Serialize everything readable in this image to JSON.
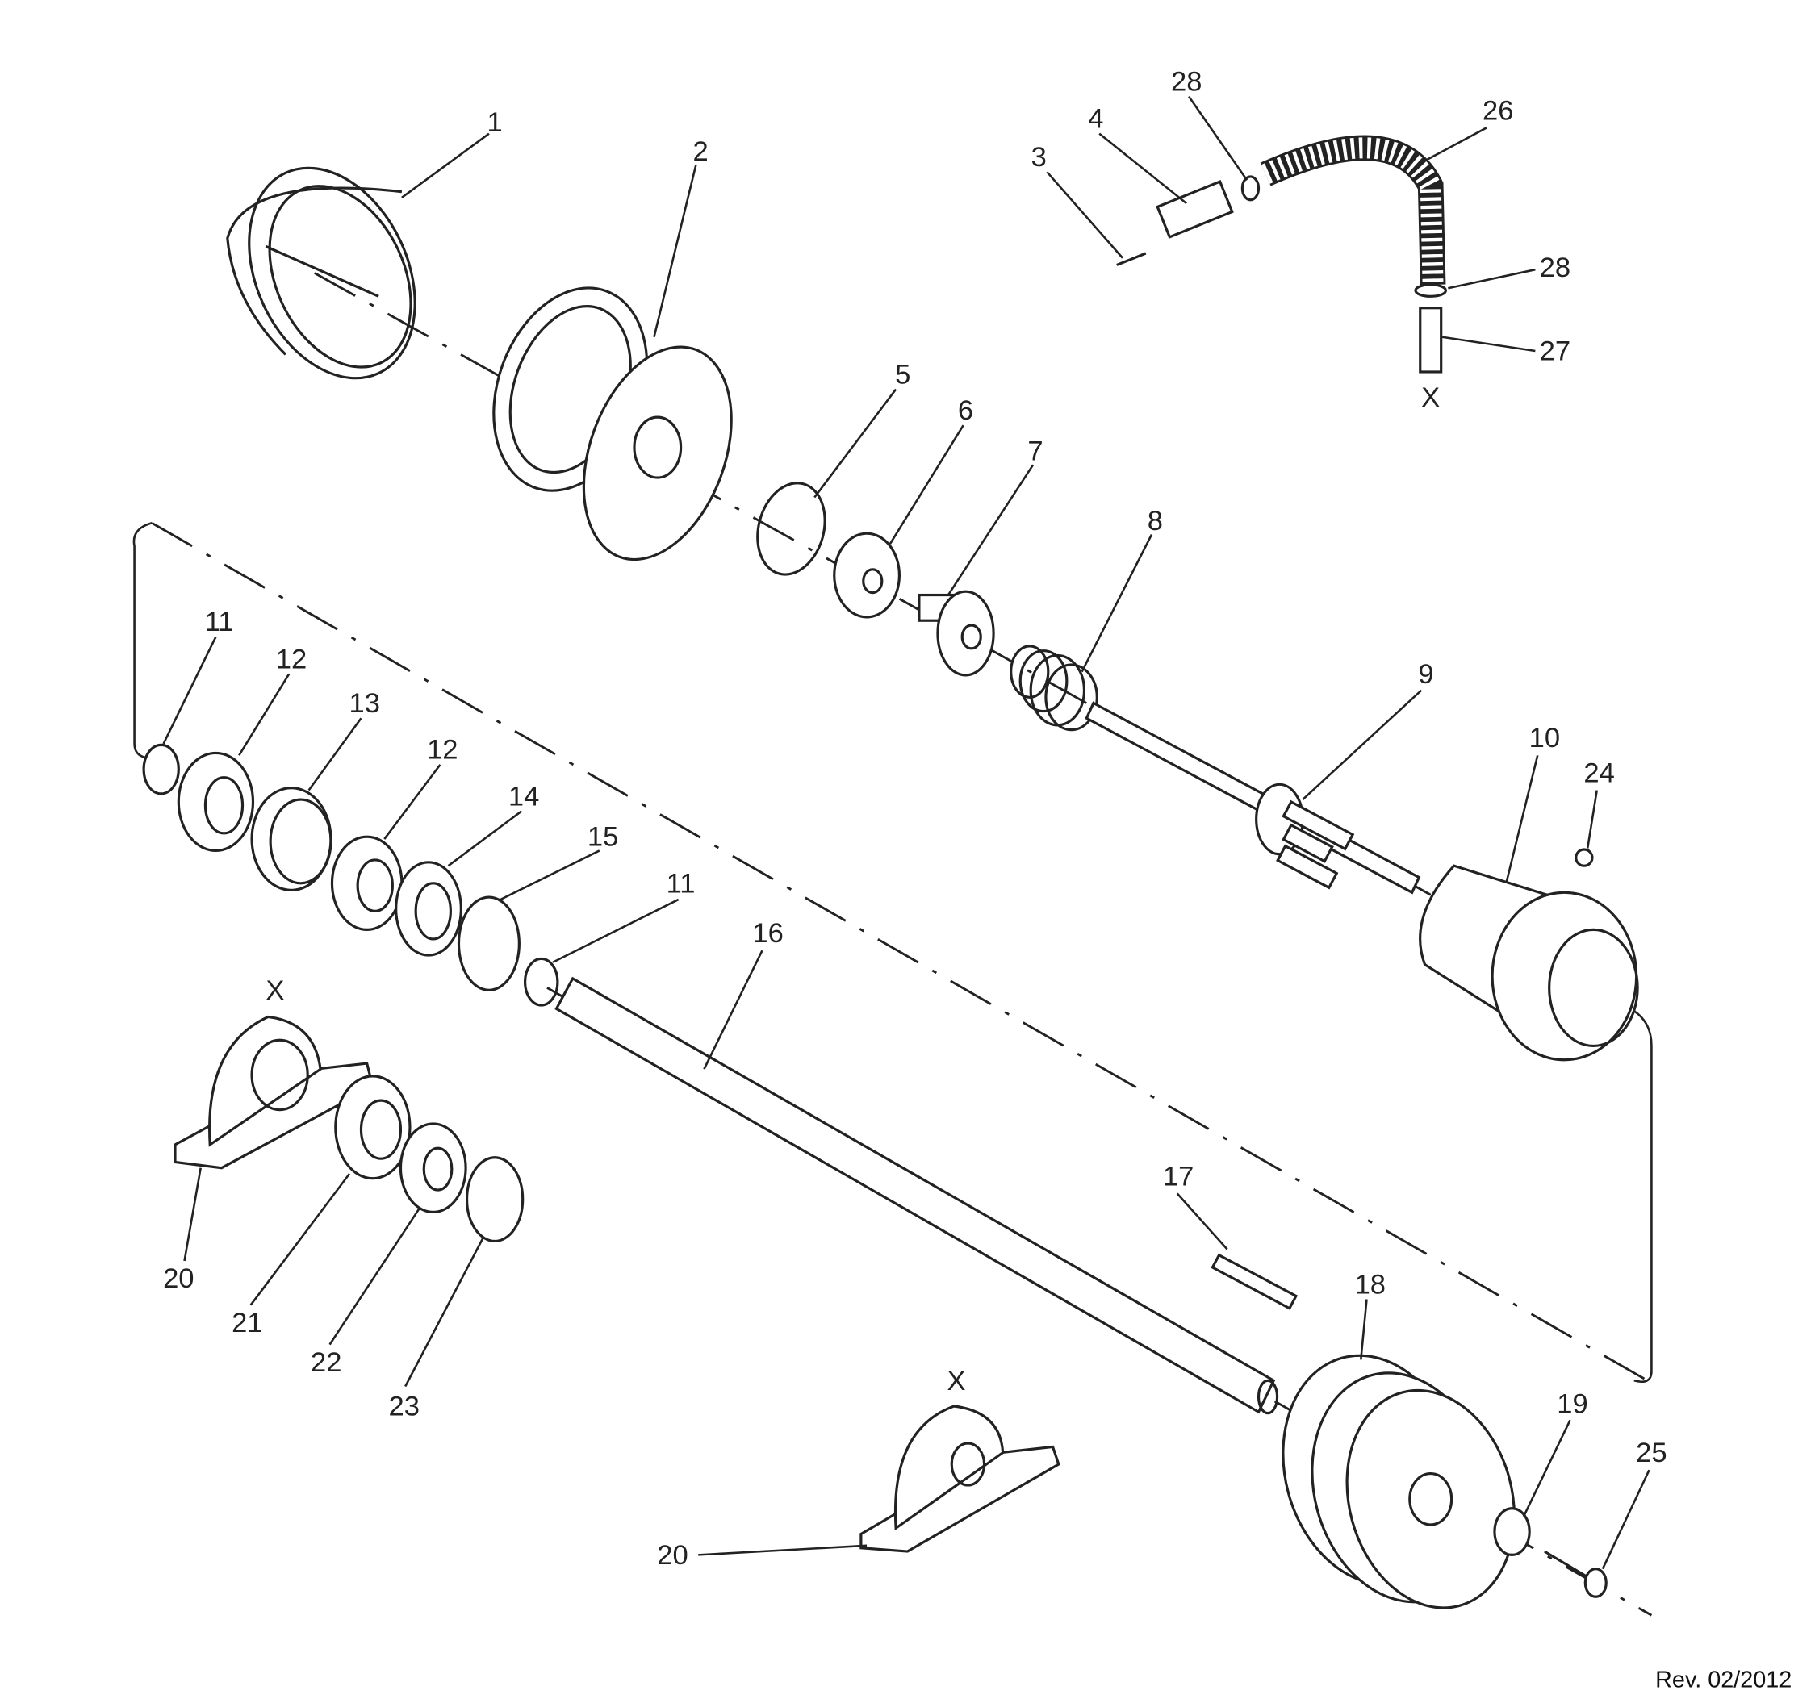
{
  "diagram": {
    "title_rev": "Rev. 02/2012",
    "callouts": [
      "1",
      "2",
      "3",
      "4",
      "28",
      "26",
      "28",
      "27",
      "X",
      "5",
      "6",
      "7",
      "8",
      "9",
      "10",
      "24",
      "11",
      "12",
      "13",
      "12",
      "14",
      "15",
      "11",
      "16",
      "X",
      "20",
      "21",
      "22",
      "23",
      "17",
      "18",
      "19",
      "25",
      "X",
      "20"
    ]
  }
}
